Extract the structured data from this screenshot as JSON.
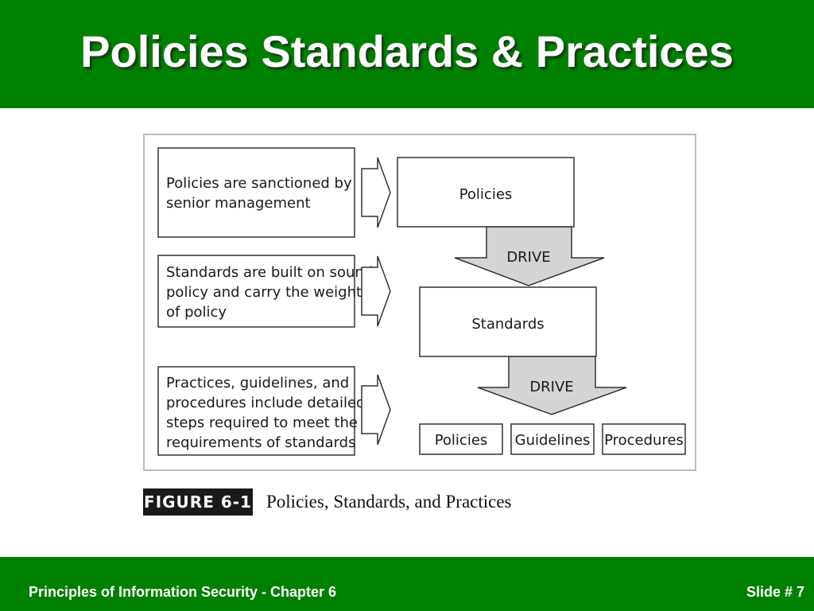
{
  "slide": {
    "title": "Policies Standards & Practices",
    "footer_left": "Principles of Information Security - Chapter 6",
    "footer_right": "Slide # 7"
  },
  "diagram": {
    "notes": {
      "policies": [
        "Policies are sanctioned by",
        "senior management"
      ],
      "standards": [
        "Standards are built on sound",
        "policy and carry the weight",
        "of policy"
      ],
      "practices": [
        "Practices, guidelines, and",
        "procedures include detailed",
        "steps required to meet the",
        "requirements of standards"
      ]
    },
    "boxes": {
      "policies": "Policies",
      "standards": "Standards",
      "practice_items": [
        "Policies",
        "Guidelines",
        "Procedures"
      ]
    },
    "drive_label_1": "DRIVE",
    "drive_label_2": "DRIVE"
  },
  "caption": {
    "label": "FIGURE 6-1",
    "text": "Policies, Standards, and Practices"
  }
}
